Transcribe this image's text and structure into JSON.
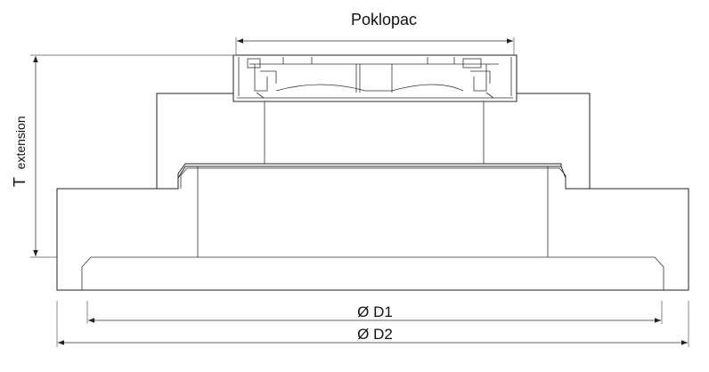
{
  "labels": {
    "cover": "Poklopac",
    "height_main": "T",
    "height_sub": "extension",
    "diameter_inner": "Ø D1",
    "diameter_outer": "Ø D2"
  },
  "colors": {
    "line": "#222222",
    "background": "#ffffff"
  },
  "arrow_icon": "arrowhead"
}
